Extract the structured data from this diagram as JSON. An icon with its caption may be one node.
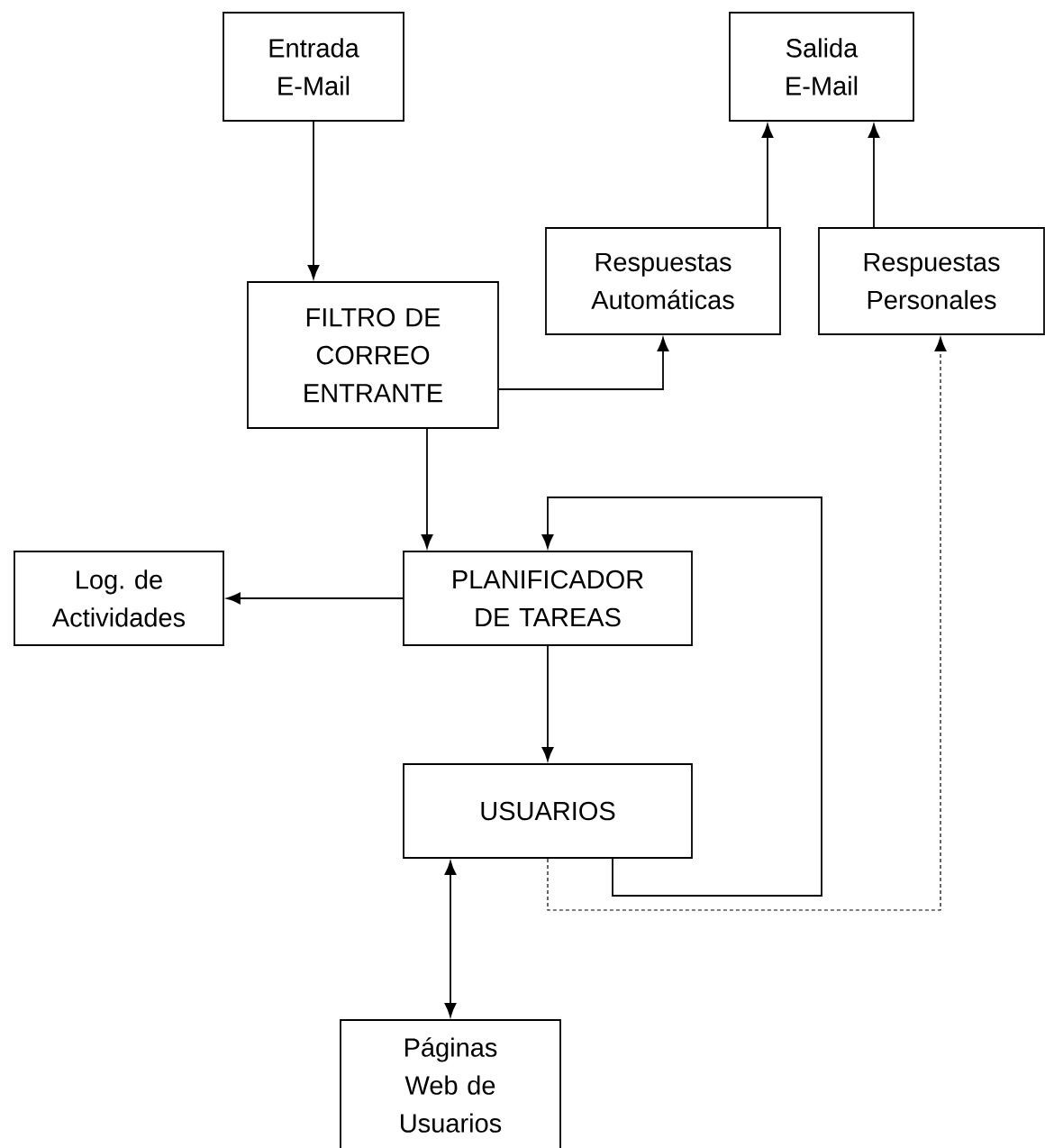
{
  "diagram": {
    "nodes": [
      {
        "text": [
          "Entrada E-Mail"
        ]
      },
      {
        "text": [
          "Salida E-Mail"
        ]
      },
      {
        "text": [
          "Respuestas Automáticas"
        ]
      },
      {
        "text": [
          "Respuestas Personales"
        ]
      },
      {
        "text": [
          "FILTRO DE CORREO ENTRANTE"
        ]
      },
      {
        "text": [
          "Log. de Actividades"
        ]
      },
      {
        "text": [
          "PLANIFICADOR DE TAREAS"
        ]
      },
      {
        "text": [
          "USUARIOS"
        ]
      },
      {
        "text": [
          "Páginas Web de Usuarios"
        ]
      }
    ],
    "edges": [
      {
        "from": 0,
        "to": 4,
        "arrow": "to"
      },
      {
        "from": 4,
        "to": 2,
        "arrow": "to"
      },
      {
        "from": 2,
        "to": 1,
        "arrow": "to"
      },
      {
        "from": 3,
        "to": 1,
        "arrow": "to"
      },
      {
        "from": 4,
        "to": 6,
        "arrow": "to"
      },
      {
        "from": 6,
        "to": 5,
        "arrow": "to"
      },
      {
        "from": 6,
        "to": 7,
        "arrow": "to"
      },
      {
        "from": 7,
        "to": 6,
        "arrow": "to"
      },
      {
        "from": 7,
        "to": 3,
        "arrow": "to",
        "style": "dashed"
      },
      {
        "from": 7,
        "to": 8,
        "arrow": "both"
      }
    ]
  }
}
